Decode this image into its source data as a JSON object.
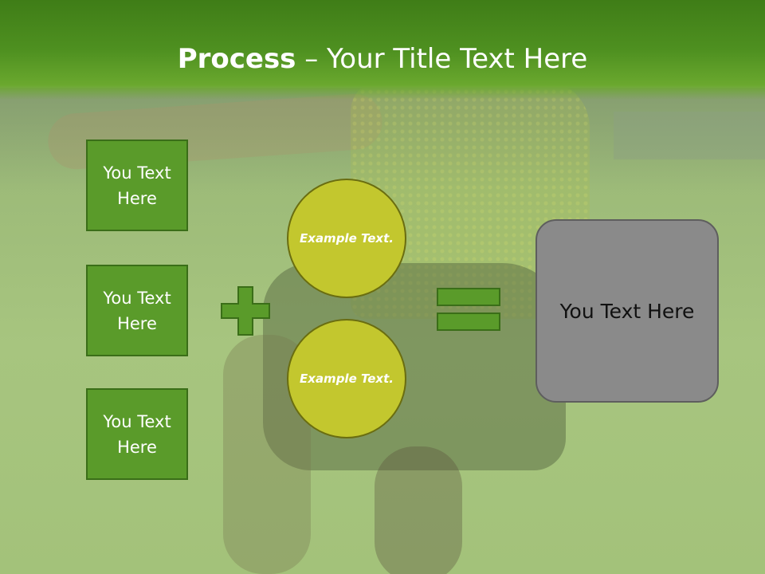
{
  "slide": {
    "title_bold": "Process",
    "title_rest": " – Your Title Text Here",
    "left_boxes": [
      {
        "label": "You Text Here"
      },
      {
        "label": "You Text Here"
      },
      {
        "label": "You Text Here"
      }
    ],
    "circles": [
      {
        "label": "Example Text."
      },
      {
        "label": "Example Text."
      }
    ],
    "result_label": "You Text Here",
    "operators": {
      "plus": "plus-icon",
      "equals": "equals-icon"
    },
    "colors": {
      "header": "#4e9020",
      "box_fill": "#5a9b2a",
      "circle_fill": "#c3c72e",
      "result_fill": "#8a8a8a"
    }
  }
}
